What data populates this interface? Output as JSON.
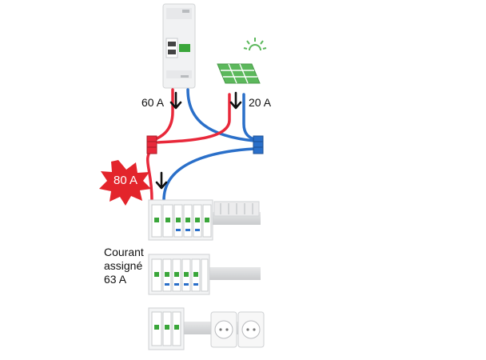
{
  "labels": {
    "meter_current": "60 A",
    "solar_current": "20 A",
    "overload_current": "80 A",
    "rating_line1": "Courant",
    "rating_line2": "assigné",
    "rating_line3": "63 A"
  },
  "colors": {
    "phase_wire": "#e8283a",
    "neutral_wire": "#2a6fc9",
    "solar_panel": "#5cb85c",
    "overload_burst": "#e3242b",
    "breaker_accent": "#3aa63a",
    "arrow": "#111111"
  },
  "icons": [
    "down-arrow-icon",
    "sun-icon",
    "solar-panel-icon",
    "burst-icon"
  ]
}
